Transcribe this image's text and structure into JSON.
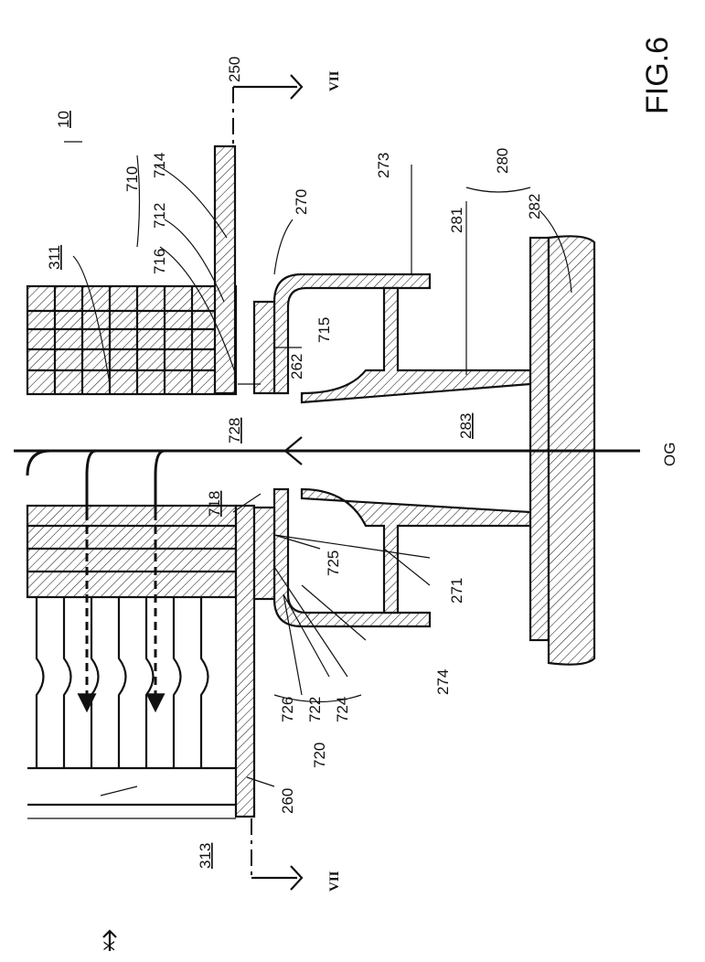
{
  "figure": {
    "title": "FIG.6",
    "assembly_ref": "10",
    "axis_label": "X",
    "section_marker": "VII",
    "centerline_label": "OG"
  },
  "labels": {
    "l250": "250",
    "l710": "710",
    "l714": "714",
    "l712": "712",
    "l716": "716",
    "l311": "311",
    "l270": "270",
    "l273": "273",
    "l280": "280",
    "l281": "281",
    "l282": "282",
    "l715": "715",
    "l262": "262",
    "l728": "728",
    "l283": "283",
    "l718": "718",
    "l725": "725",
    "l271": "271",
    "l274": "274",
    "l726": "726",
    "l722": "722",
    "l724": "724",
    "l720": "720",
    "l260": "260",
    "l313": "313"
  }
}
